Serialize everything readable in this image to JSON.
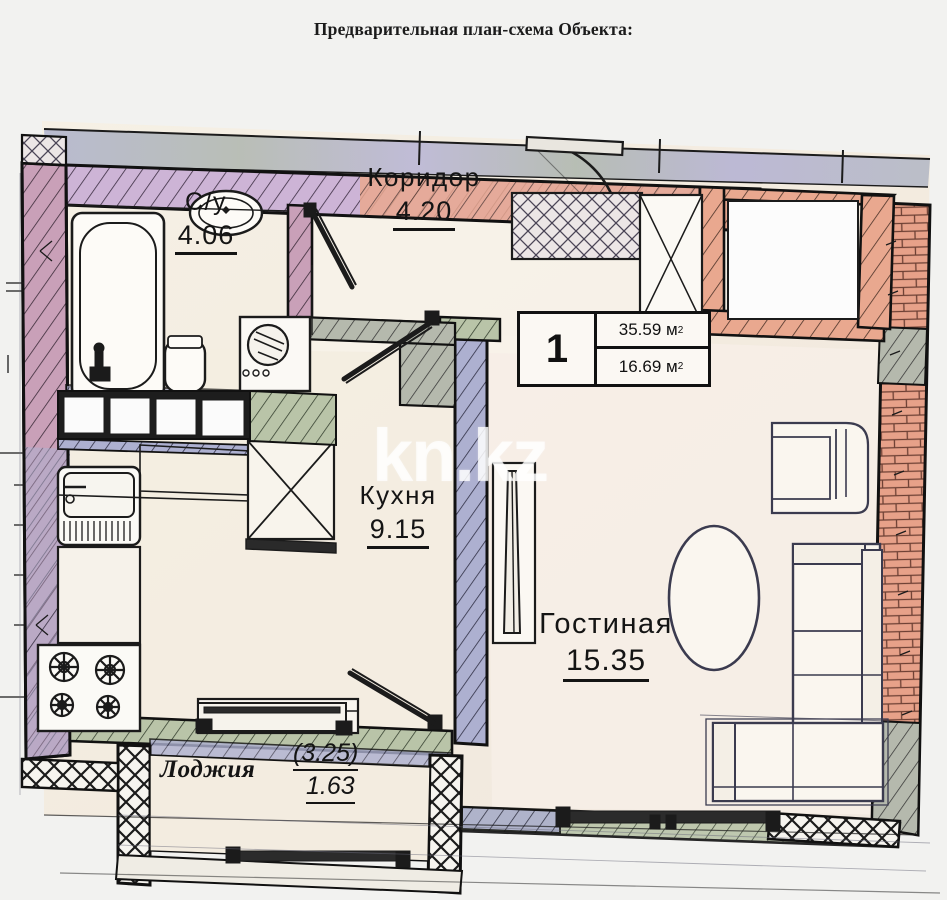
{
  "title": "Предварительная план-схема Объекта:",
  "watermark": "kn.kz",
  "info_box": {
    "apartment_number": "1",
    "total_area": "35.59 м",
    "total_area_unit": "2",
    "living_area": "16.69 м",
    "living_area_unit": "2"
  },
  "rooms": [
    {
      "key": "bathroom",
      "name": "С/у",
      "area": "4.06"
    },
    {
      "key": "corridor",
      "name": "Коридор",
      "area": "4.20"
    },
    {
      "key": "kitchen",
      "name": "Кухня",
      "area": "9.15"
    },
    {
      "key": "living",
      "name": "Гостиная",
      "area": "15.35"
    }
  ],
  "loggia": {
    "name": "Лоджия",
    "area_gross": "(3.25)",
    "area_net": "1.63"
  },
  "colors": {
    "paper": "#f2f2f0",
    "floor_fill": "#f5efe4",
    "wall_pink": "#c89ab4",
    "wall_salmon": "#e8a08a",
    "wall_blue": "#aeb0cf",
    "wall_gray": "#b4b8ae",
    "wall_lilac": "#cbb6d4",
    "ink": "#141414"
  },
  "fixtures": [
    "bathtub",
    "sink-basin",
    "toilet",
    "washing-machine",
    "kitchen-sink",
    "gas-stove-4-burner",
    "upper-cabinets",
    "counter",
    "armchair",
    "oval-coffee-table",
    "sofa-sectional",
    "entry-door-swing",
    "interior-door-swing",
    "balcony-glazing",
    "window"
  ]
}
